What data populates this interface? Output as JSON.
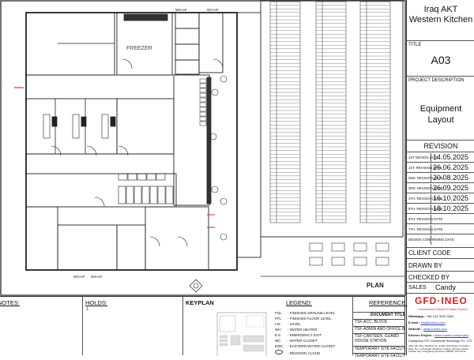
{
  "title_block": {
    "project_name": "Iraq AKT Western Kitchen",
    "title_label": "TITLE",
    "title_value": "A03",
    "project_description_label": "PROJECT DESCRIPTION",
    "project_description_value": "Equipment Layout",
    "revision_label": "REVISION",
    "revisions": [
      {
        "label": "1ST DESIGN DATE",
        "value": "14.05.2025"
      },
      {
        "label": "1ST. REVISION DATE",
        "value": "26.06.2025"
      },
      {
        "label": "2ND. REVISION DATE",
        "value": "20.08.2025"
      },
      {
        "label": "3RD. REVISION DATE",
        "value": "26.09.2025"
      },
      {
        "label": "4TH. REVISION DATE",
        "value": "16.10.2025"
      },
      {
        "label": "5TH. REVISION DATE",
        "value": "18.10.2025"
      },
      {
        "label": "6TH. REVISION DATE",
        "value": ""
      },
      {
        "label": "7TH. REVISION DATE",
        "value": ""
      },
      {
        "label": "DESIGN CONFIRMING DATE",
        "value": ""
      }
    ],
    "client_code_label": "CLIENT CODE",
    "drawn_by_label": "DRAWN BY",
    "checked_by_label": "CHECKED BY",
    "sales_label": "SALES",
    "sales_value": "Candy"
  },
  "company": {
    "logo": "GFD·INEO",
    "tagline": "Commercial Kitchen Project Expert",
    "whatsapp_label": "Whatsapp :",
    "whatsapp": "+86-134 3025 9282",
    "email_label": "E-mail :",
    "email": "info@cnineo.com",
    "website_label": "Website :",
    "website": "www.cnineo.com",
    "kitchen_project_label": "Kitchen Project :",
    "kitchen_project": "www.cnineo.com/project",
    "company_name": "Guangdong GFD Commercial Technology CO., LTD",
    "address": "ADD: 4th Floor, Building 12, Liando Technology Innovation Park, No. 1 Chuanglin 4th Road, Leliang, Shunde District, Foshan City, Guangdong Province, 528315, P.R.China"
  },
  "bottom": {
    "notes_label": "NOTES:",
    "holds_label": "HOLDS:",
    "holds_items": [
      "1."
    ],
    "keyplan_label": "KEYPLAN",
    "legend_label": "LEGEND:",
    "legend": [
      {
        "code": "FGL",
        "text": "- FINISHED GROUND LEVEL"
      },
      {
        "code": "FFL",
        "text": "- FINISHED FLOOR LEVEL"
      },
      {
        "code": "LVL",
        "text": "- LEVEL"
      },
      {
        "code": "WH",
        "text": "- WATER HEATER"
      },
      {
        "code": "E.E.",
        "text": "- EMERGENCY EXIT"
      },
      {
        "code": "WC",
        "text": "- WATER CLOSET"
      },
      {
        "code": "EWC",
        "text": "- EASTERN WATER CLOSET"
      },
      {
        "code": "",
        "text": "- REVISION CLOUD"
      }
    ],
    "reference_label": "REFERENCE:",
    "document_title_label": "DOCUMENT TITLE",
    "references": [
      "TSF-ACC. BLOCK",
      "TSF-ADMIN AND OFFICE BLOCK",
      "TSF-CANTEEN, GUARD HOUSE STATION",
      "TEMPORARY SITE FACILITIES",
      "TEMPORARY SITE FACILITIES"
    ]
  },
  "drawing": {
    "freezer_label": "FREEZER",
    "plan_label": "PLAN",
    "wc_tag": "W3+eF"
  }
}
